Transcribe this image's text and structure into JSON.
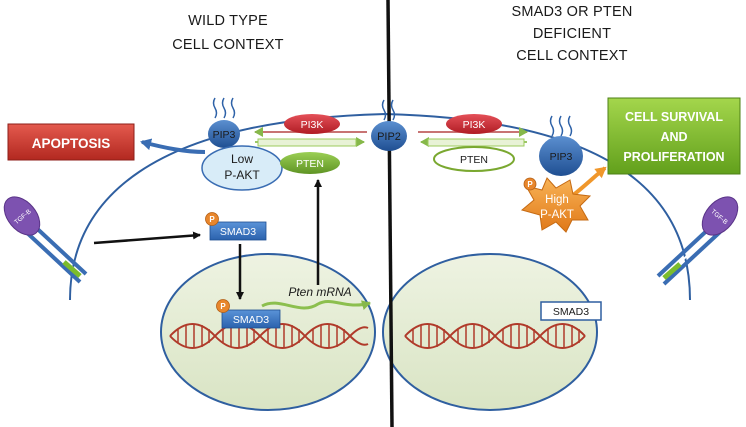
{
  "headers": {
    "left": [
      "WILD TYPE",
      "CELL CONTEXT"
    ],
    "right": [
      "SMAD3 OR PTEN",
      "DEFICIENT",
      "CELL CONTEXT"
    ]
  },
  "outcomes": {
    "apoptosis": "APOPTOSIS",
    "survival": [
      "CELL SURVIVAL",
      "AND",
      "PROLIFERATION"
    ]
  },
  "molecules": {
    "pip3": "PIP3",
    "pip2": "PIP2",
    "pi3k": "PI3K",
    "pten": "PTEN",
    "low_pakt": [
      "Low",
      "P-AKT"
    ],
    "high_pakt": [
      "High",
      "P-AKT"
    ],
    "smad3": "SMAD3",
    "phospho": "P",
    "tgfb": "TGF-B",
    "pten_mrna": "Pten mRNA"
  },
  "colors": {
    "membrane": "#2f5fa0",
    "apoptosis": "#c8342c",
    "survival": "#7cbc2c",
    "pi3k": "#cc2a30",
    "pten": "#7aa830",
    "pip": "#2e62a8",
    "low_pakt": "#d8ecf8",
    "high_pakt": "#f0972b",
    "smad3": "#3b78c4",
    "phospho": "#e8862c",
    "dna": "#b03a2a",
    "nucleus": "#e6edd4",
    "receptor": "#7d52b0"
  }
}
